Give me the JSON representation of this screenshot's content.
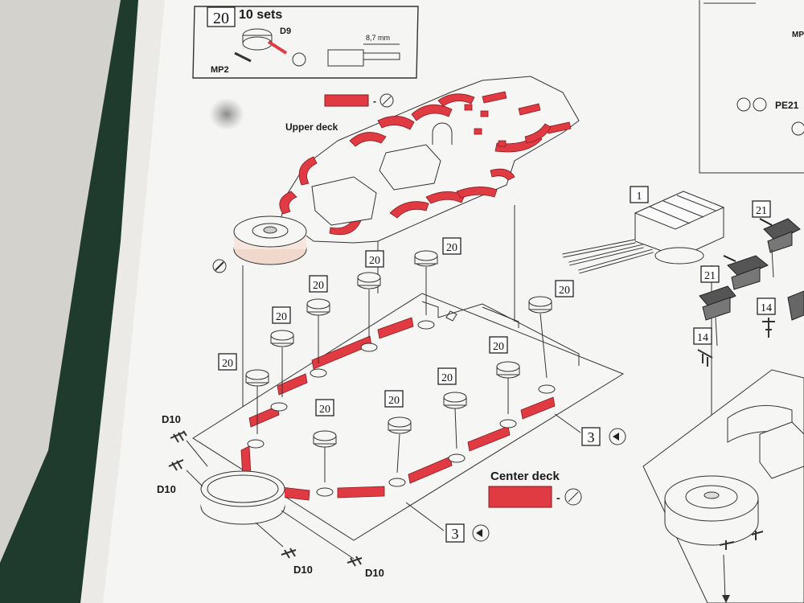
{
  "step": {
    "number": "20",
    "sets_label": "10 sets"
  },
  "inset": {
    "part_d9": "D9",
    "part_mp2": "MP2",
    "measure": "8,7 mm"
  },
  "labels": {
    "upper_deck": "Upper deck",
    "center_deck": "Center deck",
    "red_dash": "-",
    "callout_20": "20",
    "callout_1": "1",
    "callout_21": "21",
    "callout_14": "14",
    "callout_3": "3",
    "part_d10": "D10",
    "right_pe": "PE21",
    "right_mp": "MP"
  },
  "colors": {
    "glue_red": "#e03a42",
    "paper": "#f4f4f2",
    "binder_green": "#1e3b2e",
    "table": "#d8d6d1"
  }
}
